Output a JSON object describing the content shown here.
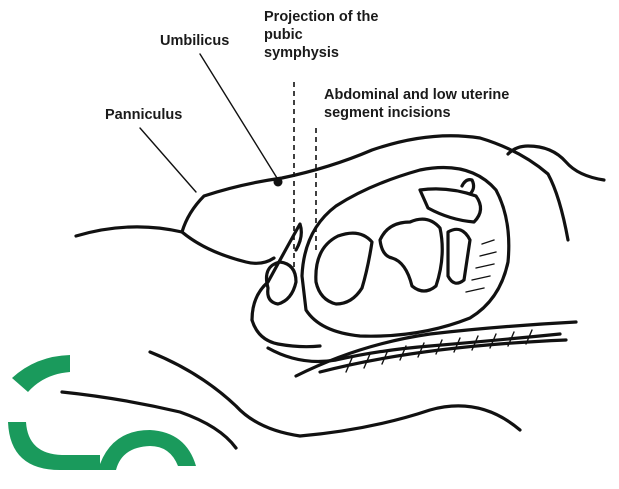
{
  "labels": {
    "umbilicus": "Umbilicus",
    "panniculus": "Panniculus",
    "pubic_projection": [
      "Projection of the",
      "pubic",
      "symphysis"
    ],
    "incisions": [
      "Abdominal and low uterine",
      "segment incisions"
    ]
  },
  "colors": {
    "ink": "#111111",
    "watermark": "#1a9a5c",
    "background": "#ffffff"
  }
}
